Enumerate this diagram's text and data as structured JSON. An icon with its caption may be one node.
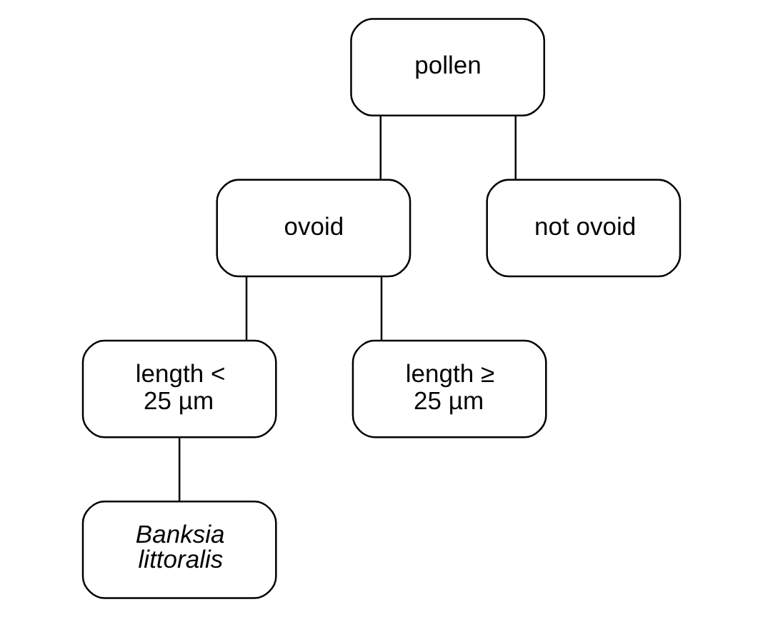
{
  "diagram": {
    "nodes": [
      {
        "text": [
          "pollen"
        ]
      },
      {
        "text": [
          "ovoid"
        ]
      },
      {
        "text": [
          "not ovoid"
        ]
      },
      {
        "text": [
          "length < 25 µm"
        ]
      },
      {
        "text": [
          "length ≥ 25 µm"
        ]
      },
      {
        "text": [
          "Banksia littoralis"
        ]
      }
    ],
    "edges": [
      {
        "from": 0,
        "to": 1,
        "arrow": "none"
      },
      {
        "from": 0,
        "to": 2,
        "arrow": "none"
      },
      {
        "from": 1,
        "to": 3,
        "arrow": "none"
      },
      {
        "from": 1,
        "to": 4,
        "arrow": "none"
      },
      {
        "from": 3,
        "to": 5,
        "arrow": "none"
      }
    ]
  }
}
